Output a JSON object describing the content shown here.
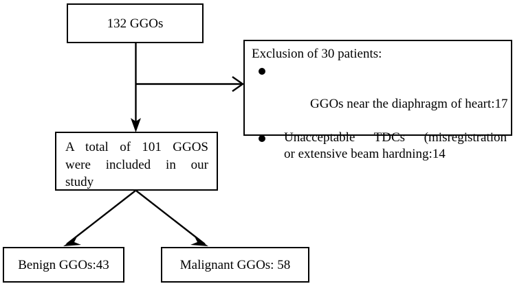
{
  "diagram": {
    "title": "GGO patient selection flowchart",
    "stroke_color": "#000000",
    "background_color": "#ffffff",
    "nodes": {
      "total": {
        "label": "132 GGOs"
      },
      "exclusion": {
        "title": "Exclusion of 30 patients:",
        "items": [
          {
            "bullet": "filled-circle",
            "lines": [
              "GGOs near the diaphragm of heart:17"
            ]
          },
          {
            "bullet": "filled-circle",
            "lines": [
              "Unacceptable TDCs (misregistration",
              "or extensive beam hardning:14"
            ]
          }
        ]
      },
      "included": {
        "lines": [
          "A total of 101 GGOS",
          "were included in our",
          "study"
        ]
      },
      "benign": {
        "label": "Benign GGOs:43"
      },
      "malignant": {
        "label": "Malignant GGOs: 58"
      }
    },
    "edges": [
      {
        "name": "total-to-included",
        "from": "total",
        "to": "included",
        "style": "solid-arrow"
      },
      {
        "name": "total-to-exclusion",
        "from": "total",
        "to": "exclusion",
        "style": "solid-arrow"
      },
      {
        "name": "included-to-benign",
        "from": "included",
        "to": "benign",
        "style": "solid-arrow"
      },
      {
        "name": "included-to-malignant",
        "from": "included",
        "to": "malignant",
        "style": "solid-arrow"
      }
    ]
  }
}
